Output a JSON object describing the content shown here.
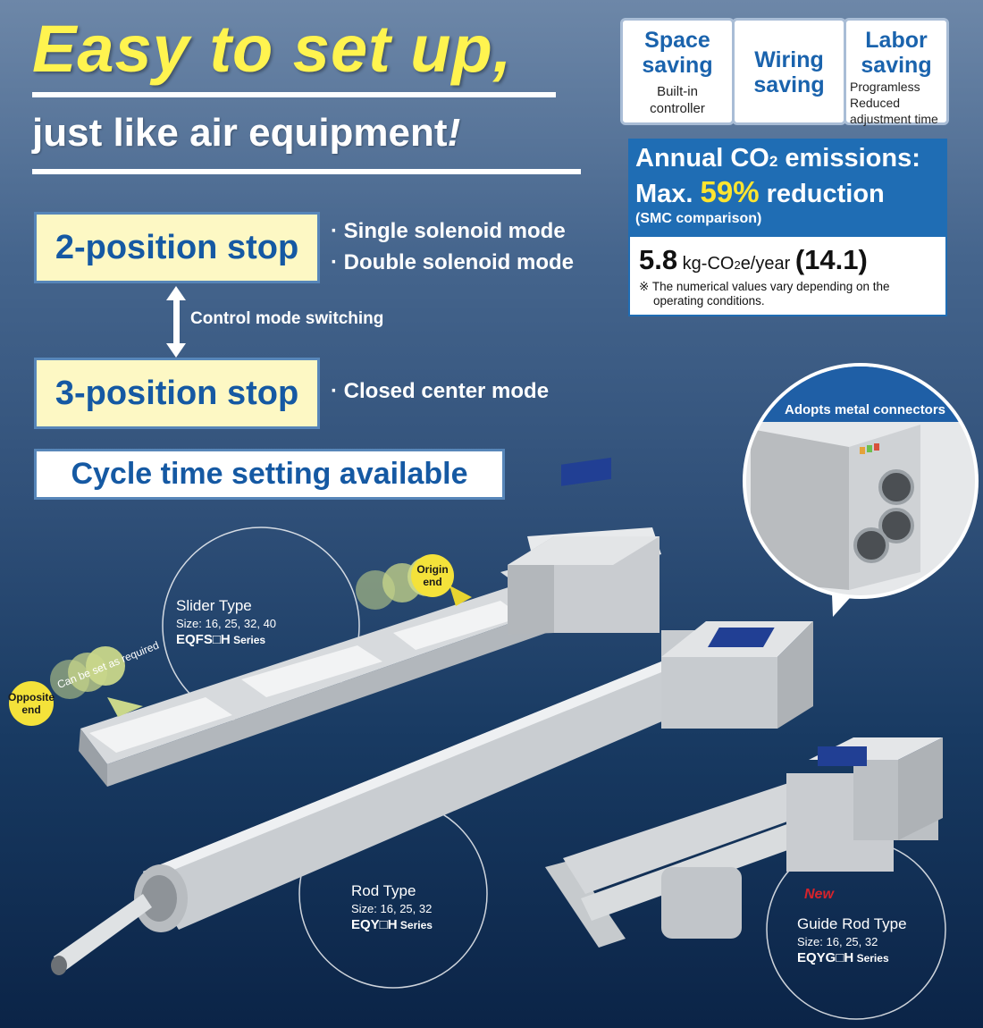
{
  "headline": {
    "main": "Easy to set up,",
    "sub_text": "just like air equipment",
    "sub_mark": "!"
  },
  "features": [
    {
      "title": "Space saving",
      "sub": "Built-in controller"
    },
    {
      "title": "Wiring saving",
      "sub": ""
    },
    {
      "title": "Labor saving",
      "sub_lines": [
        "Programless",
        "Reduced",
        "adjustment time"
      ]
    }
  ],
  "co2": {
    "line1_a": "Annual CO",
    "line1_sub": "2",
    "line1_b": " emissions:",
    "line2_a": "Max. ",
    "line2_pct": "59%",
    "line2_b": " reduction",
    "line3": "(SMC comparison)",
    "value": "5.8",
    "unit_a": " kg-CO",
    "unit_sub": "2",
    "unit_b": "e/year ",
    "compare": "(14.1)",
    "note_mark": "※",
    "note": "The numerical values vary depending on the operating conditions."
  },
  "modes": {
    "two_pos": "2-position stop",
    "two_pos_modes": [
      "· Single solenoid mode",
      "· Double solenoid mode"
    ],
    "switching": "Control mode switching",
    "three_pos": "3-position stop",
    "three_pos_modes": [
      "· Closed center mode"
    ],
    "cycle": "Cycle time setting available"
  },
  "magnifier": {
    "title": "Adopts metal connectors"
  },
  "slider_annot": {
    "origin": "Origin end",
    "opposite": "Opposite end",
    "set": "Can be set as required"
  },
  "products": [
    {
      "type": "Slider Type",
      "size": "Size: 16, 25, 32, 40",
      "series": "EQFS□H",
      "series_suffix": " Series"
    },
    {
      "type": "Rod Type",
      "size": "Size: 16, 25, 32",
      "series": "EQY□H",
      "series_suffix": " Series"
    },
    {
      "type": "Guide Rod Type",
      "size": "Size: 16, 25, 32",
      "series": "EQYG□H",
      "series_suffix": " Series",
      "badge": "New"
    }
  ],
  "colors": {
    "headline": "#fff44f",
    "accent": "#1f6db4",
    "panel": "#fdf8c4"
  }
}
